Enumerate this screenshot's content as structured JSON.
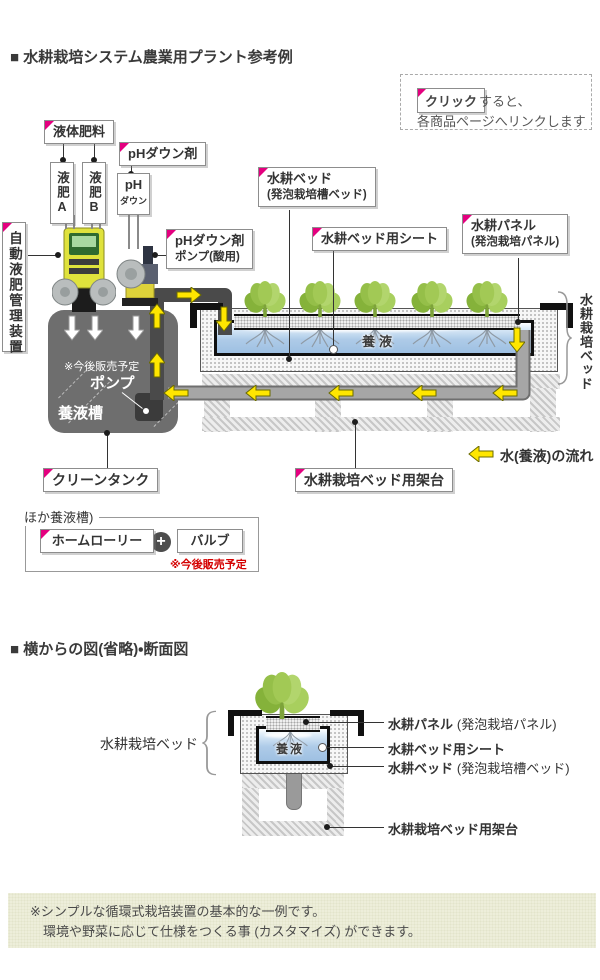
{
  "titles": {
    "main": "■ 水耕栽培システム農業用プラント参考例",
    "section2": "■ 横からの図(省略)・断面図"
  },
  "click_info": {
    "button": "クリック",
    "suffix": "すると、",
    "line2": "各商品ページへリンクします"
  },
  "tags": {
    "liquid_fert": "液体肥料",
    "ph_down_agent": "pHダウン剤",
    "ekihi_a": "液肥A",
    "ekihi_b": "液肥B",
    "ph_box_top": "pH",
    "ph_box_bottom": "ダウン",
    "auto_ctrl": "自動液肥管理装置",
    "pump_label_l1": "pHダウン剤",
    "pump_label_l2": "ポンプ(酸用)",
    "bed_l1": "水耕ベッド",
    "bed_l2": "(発泡栽培槽ベッド)",
    "sheet": "水耕ベッド用シート",
    "panel_l1": "水耕パネル",
    "panel_l2": "(発泡栽培パネル)",
    "clean_tank": "クリーンタンク",
    "stand": "水耕栽培ベッド用架台",
    "bed_side": "水耕栽培ベッド"
  },
  "tank": {
    "note": "※今後販売予定",
    "pump": "ポンプ",
    "name": "養液槽"
  },
  "bed": {
    "liquid": "養液"
  },
  "legend": {
    "flow": "水(養液)の流れ"
  },
  "other": {
    "title": "ほか養液槽)",
    "lorry": "ホームローリー",
    "valve": "バルブ",
    "plus": "+",
    "note": "※今後販売予定"
  },
  "cross": {
    "left_label": "水耕栽培ベッド",
    "liquid": "養液",
    "panel_name": "水耕パネル",
    "panel_paren": "(発泡栽培パネル)",
    "sheet_name": "水耕ベッド用シート",
    "bed_name": "水耕ベッド",
    "bed_paren": "(発泡栽培槽ベッド)",
    "stand_name": "水耕栽培ベッド用架台"
  },
  "footer": {
    "line1": "※シンプルな循環式栽培装置の基本的な一例です。",
    "line2": "環境や野菜に応じて仕様をつくる事 (カスタマイズ) ができます。"
  },
  "colors": {
    "accent_pink": "#e4007f",
    "arrow_yellow": "#ffe600",
    "tank_grey": "#6e6e6e",
    "note_bg": "#edeeda",
    "alert_red": "#d40000",
    "liquid_blue": "#aecbe8",
    "plant_green": "#9cc24e"
  }
}
